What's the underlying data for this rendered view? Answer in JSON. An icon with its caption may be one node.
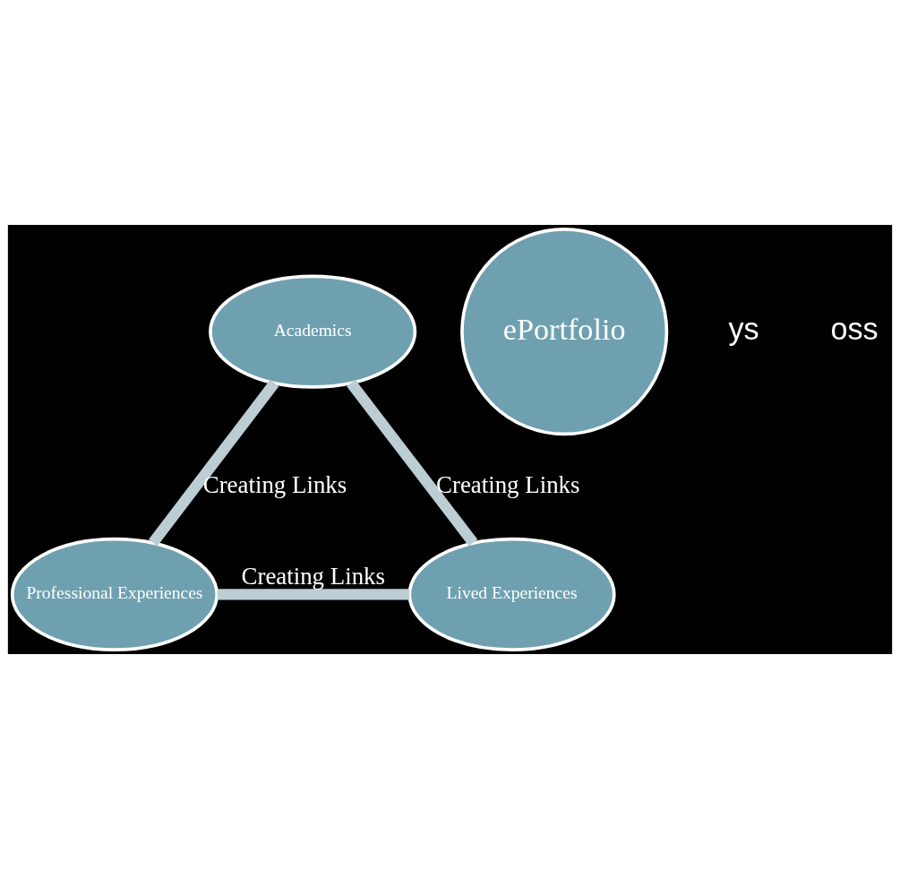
{
  "diagram": {
    "nodes": [
      {
        "text": [
          "Academics"
        ]
      },
      {
        "text": [
          "ePortfolio"
        ]
      },
      {
        "text": [
          "Professional Experiences"
        ]
      },
      {
        "text": [
          "Lived Experiences"
        ]
      }
    ],
    "edges": [
      {
        "from": 0,
        "to": 3,
        "arrow": "none",
        "label": "Creating Links"
      },
      {
        "from": 3,
        "to": 2,
        "arrow": "none",
        "label": "Creating Links"
      },
      {
        "from": 2,
        "to": 0,
        "arrow": "none",
        "label": "Creating Links"
      }
    ],
    "labels": [
      "ys",
      "oss"
    ]
  }
}
